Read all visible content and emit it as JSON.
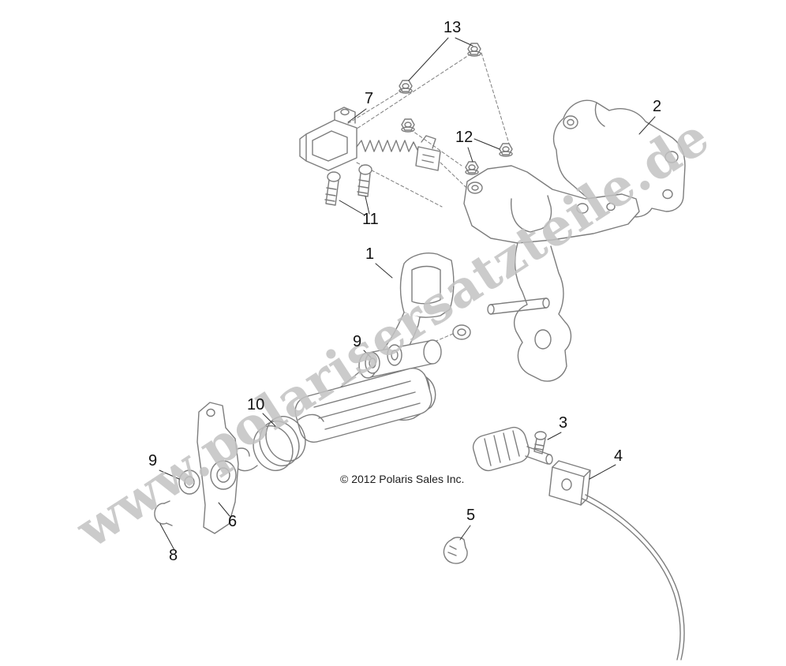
{
  "watermark": {
    "text": "www.polarisersatzteile.de"
  },
  "copyright": "© 2012 Polaris Sales Inc.",
  "colors": {
    "background": "#ffffff",
    "line": "#7d7d7d",
    "leader": "#2f2f2f",
    "label": "#111111",
    "watermark": "#c3c3c3"
  },
  "callouts": {
    "c1": "1",
    "c2": "2",
    "c3": "3",
    "c4": "4",
    "c5": "5",
    "c6": "6",
    "c7": "7",
    "c8": "8",
    "c9a": "9",
    "c9b": "9",
    "c10": "10",
    "c11": "11",
    "c12": "12",
    "c13": "13"
  }
}
